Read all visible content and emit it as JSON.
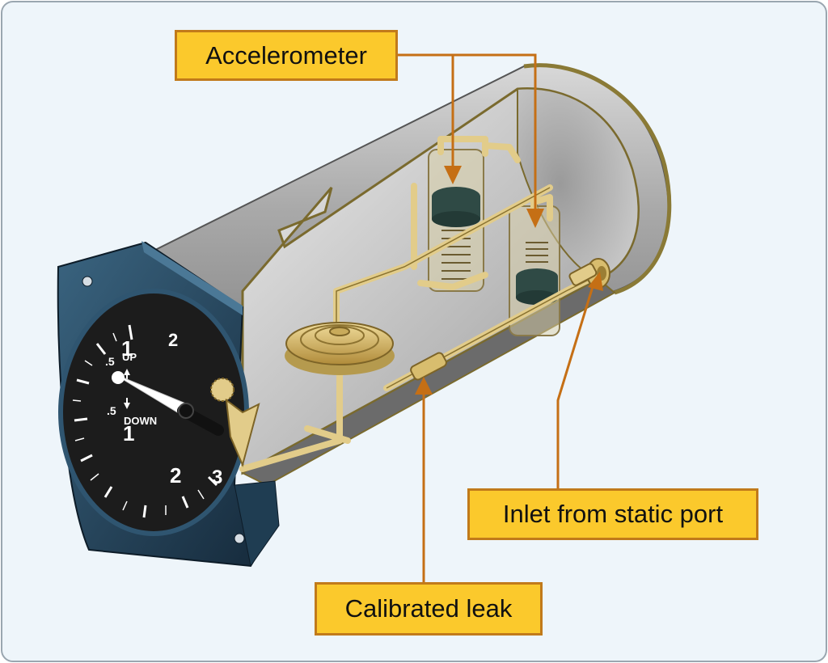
{
  "labels": {
    "accelerometer": "Accelerometer",
    "inlet": "Inlet from static port",
    "leak": "Calibrated leak"
  },
  "dial": {
    "up": "UP",
    "down": "DOWN",
    "half_up": ".5",
    "half_down": ".5",
    "n1_top": "1",
    "n1_bottom": "1",
    "n2_top": "2",
    "n2_bottom": "2",
    "n3": "3"
  },
  "colors": {
    "background": "#eef5fa",
    "callout_fill": "#fbc92c",
    "callout_border": "#c17a1a",
    "arrow": "#c56f15",
    "bezel": "#1f3d52",
    "tubing": "#e2cc8a"
  }
}
